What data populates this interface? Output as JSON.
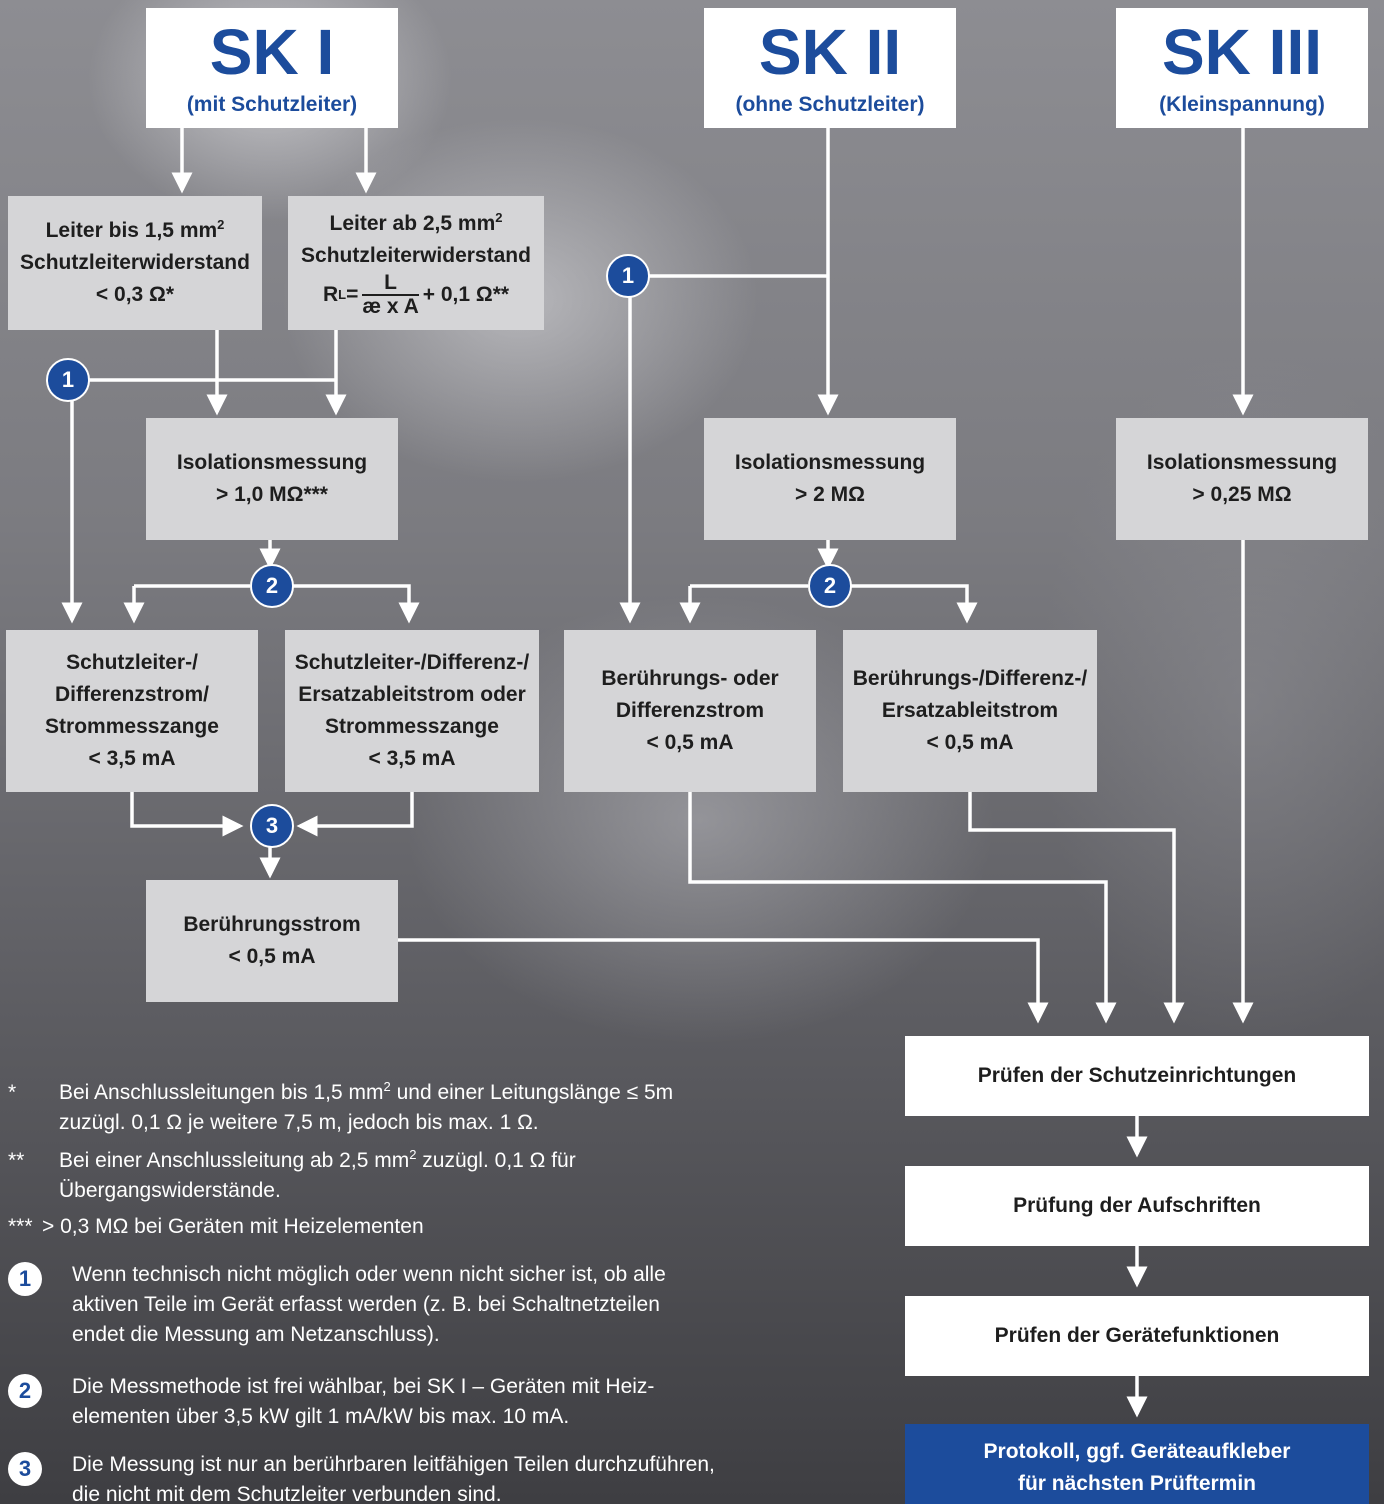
{
  "headers": {
    "sk1": {
      "title": "SK I",
      "subtitle": "(mit Schutzleiter)"
    },
    "sk2": {
      "title": "SK II",
      "subtitle": "(ohne Schutzleiter)"
    },
    "sk3": {
      "title": "SK III",
      "subtitle": "(Kleinspannung)"
    }
  },
  "sk1": {
    "leiter15": {
      "line1": "Leiter bis 1,5 mm",
      "sup": "2",
      "line2": "Schutzleiterwiderstand",
      "line3": "< 0,3 Ω*"
    },
    "leiter25": {
      "line1": "Leiter ab 2,5 mm",
      "sup": "2",
      "line2": "Schutzleiterwiderstand",
      "rl": "R",
      "rl_sub": "L",
      "eq": " =",
      "frac_num": "L",
      "frac_den": "æ x A",
      "rest": "+ 0,1 Ω**"
    },
    "isolation": {
      "line1": "Isolationsmessung",
      "line2": "> 1,0 MΩ***"
    },
    "schutzleiter_strom": {
      "line1": "Schutzleiter-/",
      "line2": "Differenzstrom/",
      "line3": "Strommesszange",
      "line4": "< 3,5 mA"
    },
    "ersatzableit": {
      "line1": "Schutzleiter-/Differenz-/",
      "line2": "Ersatzableitstrom oder",
      "line3": "Strommesszange",
      "line4": "< 3,5 mA"
    },
    "beruehrungsstrom": {
      "line1": "Berührungsstrom",
      "line2": "< 0,5 mA"
    }
  },
  "sk2": {
    "isolation": {
      "line1": "Isolationsmessung",
      "line2": "> 2 MΩ"
    },
    "beruehrung_diff": {
      "line1": "Berührungs- oder",
      "line2": "Differenzstrom",
      "line3": "< 0,5 mA"
    },
    "beruehrung_ersatz": {
      "line1": "Berührungs-/Differenz-/",
      "line2": "Ersatzableitstrom",
      "line3": "< 0,5 mA"
    }
  },
  "sk3": {
    "isolation": {
      "line1": "Isolationsmessung",
      "line2": "> 0,25 MΩ"
    }
  },
  "final_steps": {
    "schutzeinrichtungen": "Prüfen der Schutzeinrichtungen",
    "aufschriften": "Prüfung der Aufschriften",
    "geraetefunktionen": "Prüfen der Gerätefunktionen",
    "protokoll_line1": "Protokoll, ggf. Geräteaufkleber",
    "protokoll_line2": "für nächsten Prüftermin"
  },
  "badges": {
    "one": "1",
    "two": "2",
    "three": "3"
  },
  "footnotes": {
    "star1_mark": "*",
    "star1_line1_a": "Bei Anschlussleitungen bis 1,5 mm",
    "star1_sup": "2",
    "star1_line1_b": " und einer Leitungslänge ≤ 5m",
    "star1_line2": "zuzügl. 0,1 Ω je weitere 7,5 m, jedoch bis max. 1 Ω.",
    "star2_mark": "**",
    "star2_line1_a": "Bei einer Anschlussleitung ab 2,5 mm",
    "star2_sup": "2",
    "star2_line1_b": " zuzügl. 0,1 Ω für",
    "star2_line2": "Übergangswiderstände.",
    "star3_mark": "***",
    "star3_text": "> 0,3 MΩ bei Geräten mit Heizelementen",
    "note1_line1": "Wenn technisch nicht möglich oder wenn nicht sicher ist, ob alle",
    "note1_line2": "aktiven Teile im Gerät erfasst werden (z. B. bei Schaltnetzteilen",
    "note1_line3": "endet die Messung am Netzanschluss).",
    "note2_line1": "Die Messmethode ist frei wählbar, bei SK I – Geräten mit Heiz-",
    "note2_line2": "elementen über 3,5 kW gilt 1 mA/kW bis max. 10 mA.",
    "note3_line1": "Die Messung ist nur an berührbaren leitfähigen Teilen durchzuführen,",
    "note3_line2": "die nicht mit dem Schutzleiter verbunden sind."
  },
  "colors": {
    "brand_blue": "#1c4c9c",
    "box_grey": "#d5d5d7",
    "line_white": "#ffffff"
  }
}
